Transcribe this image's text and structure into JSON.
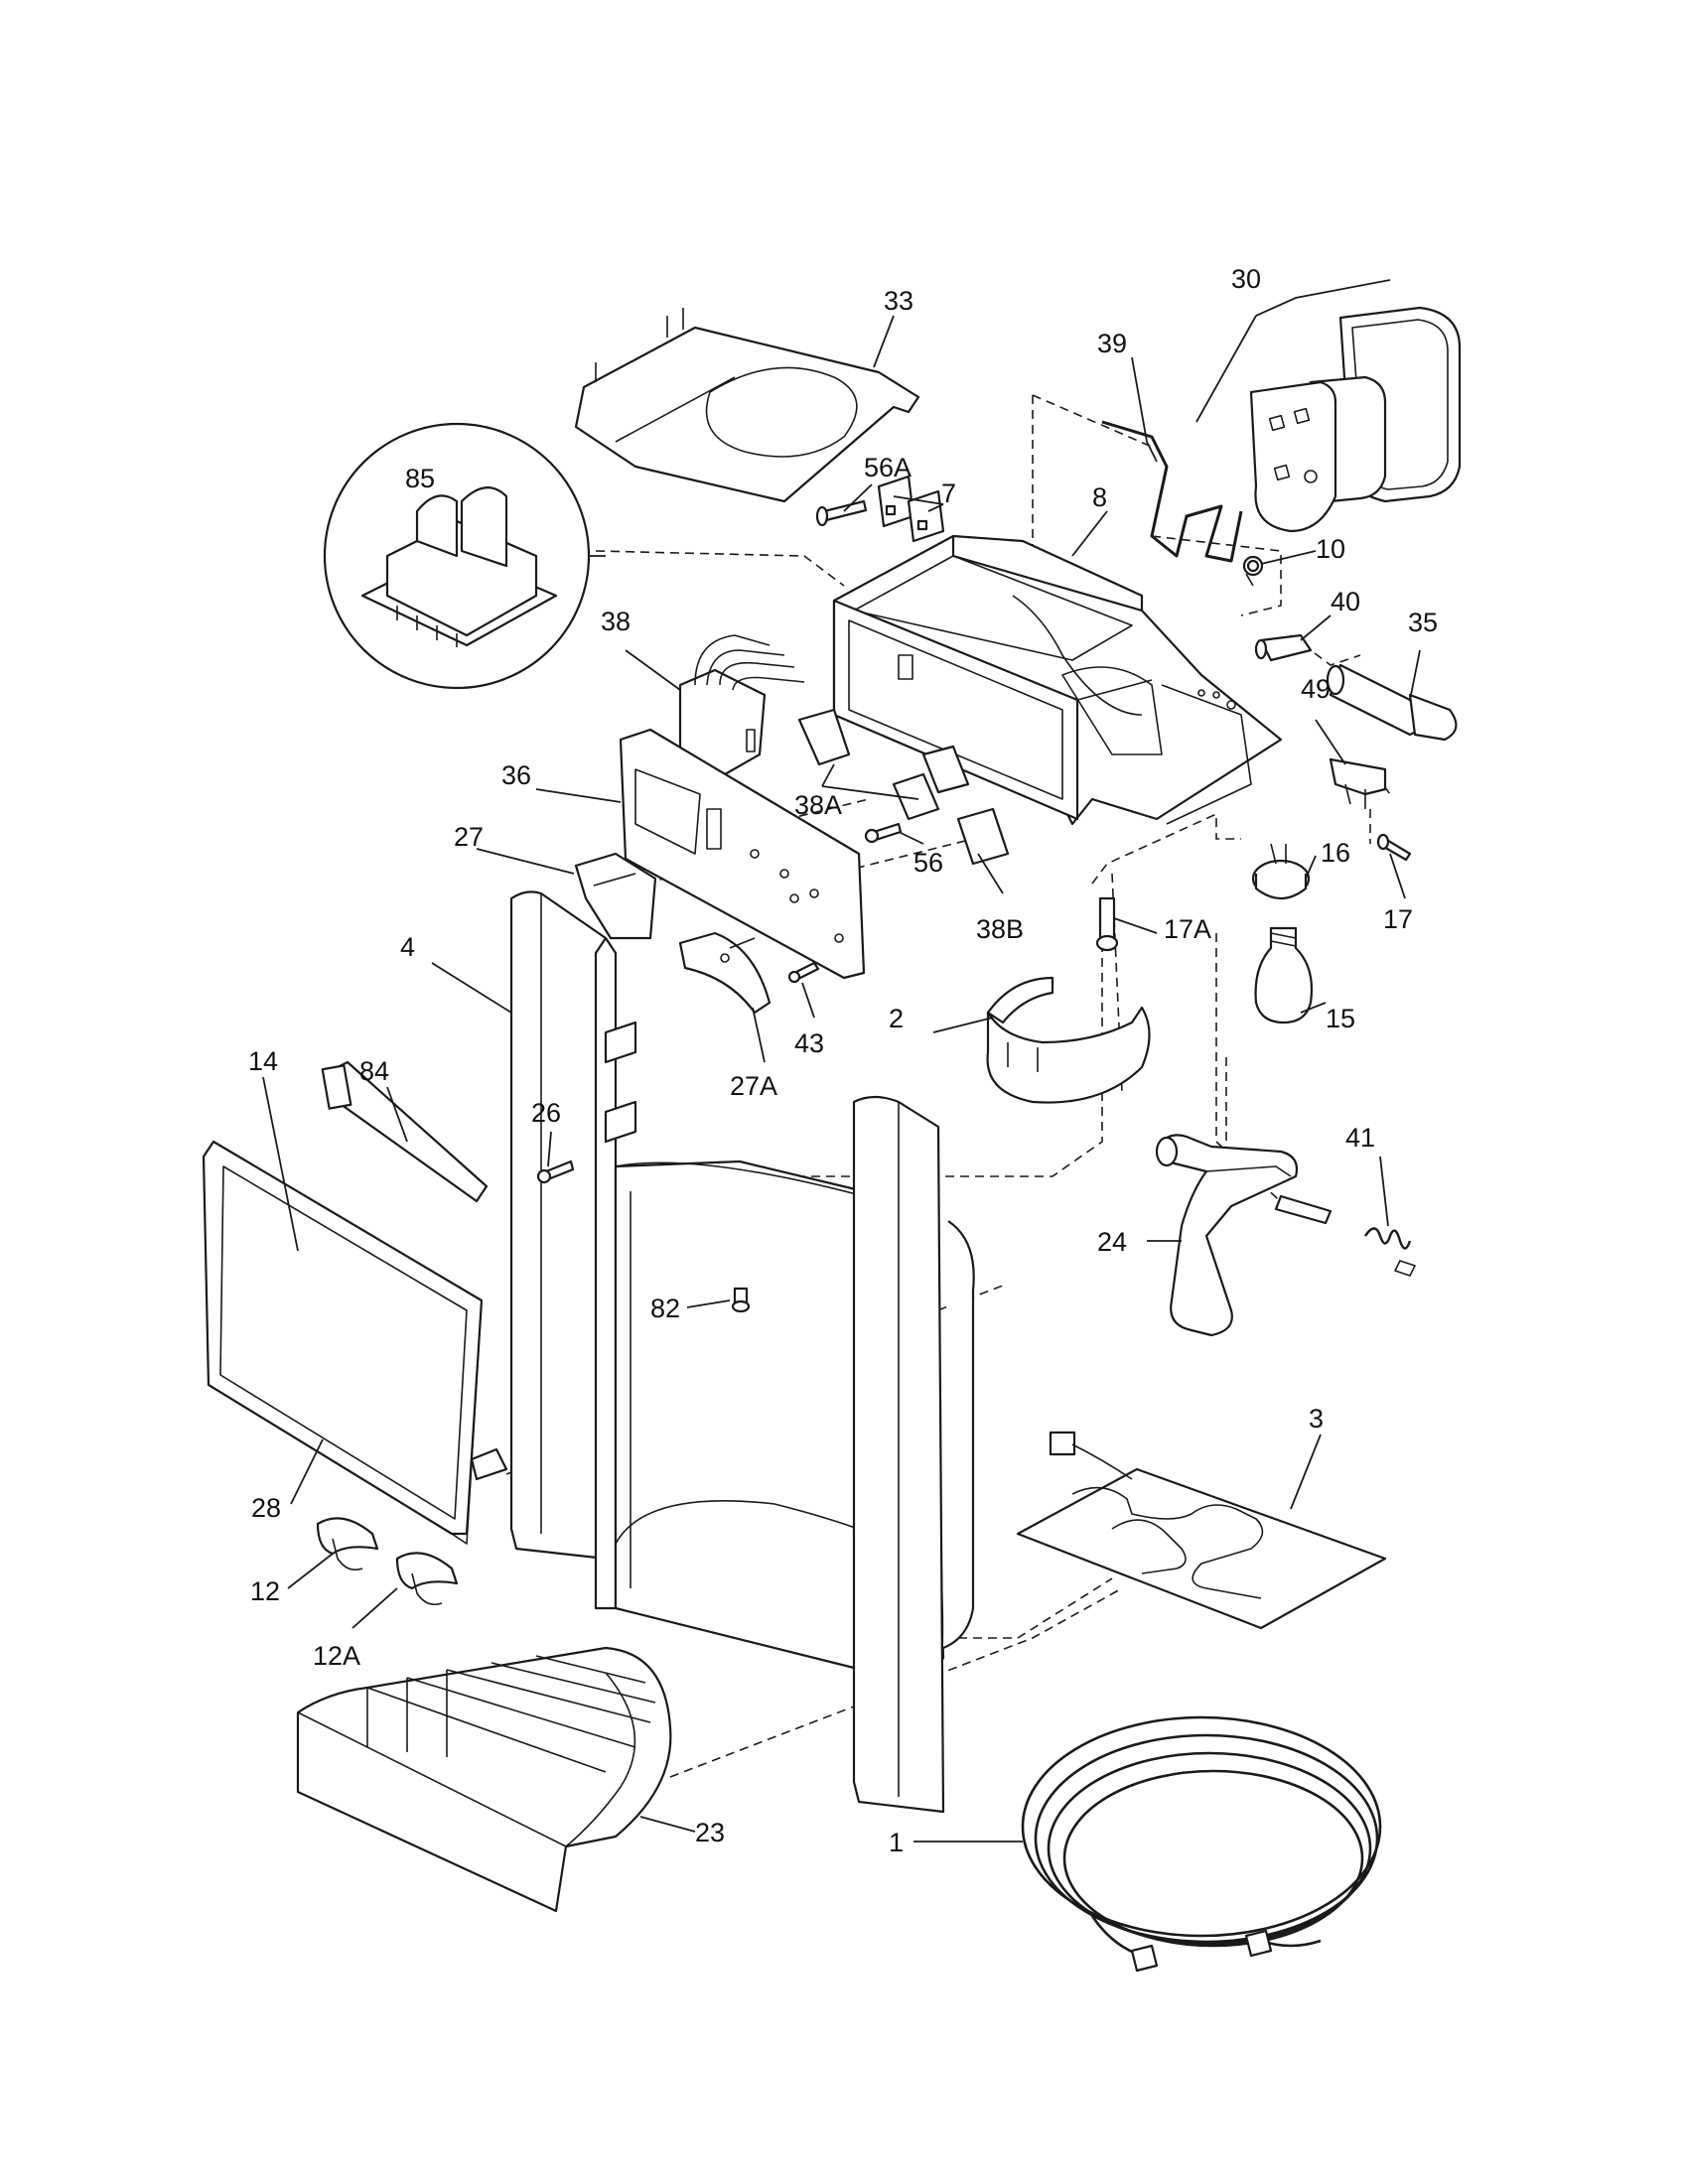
{
  "callouts": [
    {
      "id": "33",
      "text": "33"
    },
    {
      "id": "30",
      "text": "30"
    },
    {
      "id": "39",
      "text": "39"
    },
    {
      "id": "85",
      "text": "85"
    },
    {
      "id": "56A",
      "text": "56A"
    },
    {
      "id": "7",
      "text": "7"
    },
    {
      "id": "8",
      "text": "8"
    },
    {
      "id": "10",
      "text": "10"
    },
    {
      "id": "40",
      "text": "40"
    },
    {
      "id": "35",
      "text": "35"
    },
    {
      "id": "38",
      "text": "38"
    },
    {
      "id": "49",
      "text": "49"
    },
    {
      "id": "36",
      "text": "36"
    },
    {
      "id": "38A",
      "text": "38A"
    },
    {
      "id": "27",
      "text": "27"
    },
    {
      "id": "56",
      "text": "56"
    },
    {
      "id": "16",
      "text": "16"
    },
    {
      "id": "4",
      "text": "4"
    },
    {
      "id": "38B",
      "text": "38B"
    },
    {
      "id": "17A",
      "text": "17A"
    },
    {
      "id": "17",
      "text": "17"
    },
    {
      "id": "84",
      "text": "84"
    },
    {
      "id": "14",
      "text": "14"
    },
    {
      "id": "2",
      "text": "2"
    },
    {
      "id": "43",
      "text": "43"
    },
    {
      "id": "15",
      "text": "15"
    },
    {
      "id": "26",
      "text": "26"
    },
    {
      "id": "27A",
      "text": "27A"
    },
    {
      "id": "41",
      "text": "41"
    },
    {
      "id": "24",
      "text": "24"
    },
    {
      "id": "82",
      "text": "82"
    },
    {
      "id": "3",
      "text": "3"
    },
    {
      "id": "28",
      "text": "28"
    },
    {
      "id": "12",
      "text": "12"
    },
    {
      "id": "12A",
      "text": "12A"
    },
    {
      "id": "23",
      "text": "23"
    },
    {
      "id": "1",
      "text": "1"
    }
  ]
}
